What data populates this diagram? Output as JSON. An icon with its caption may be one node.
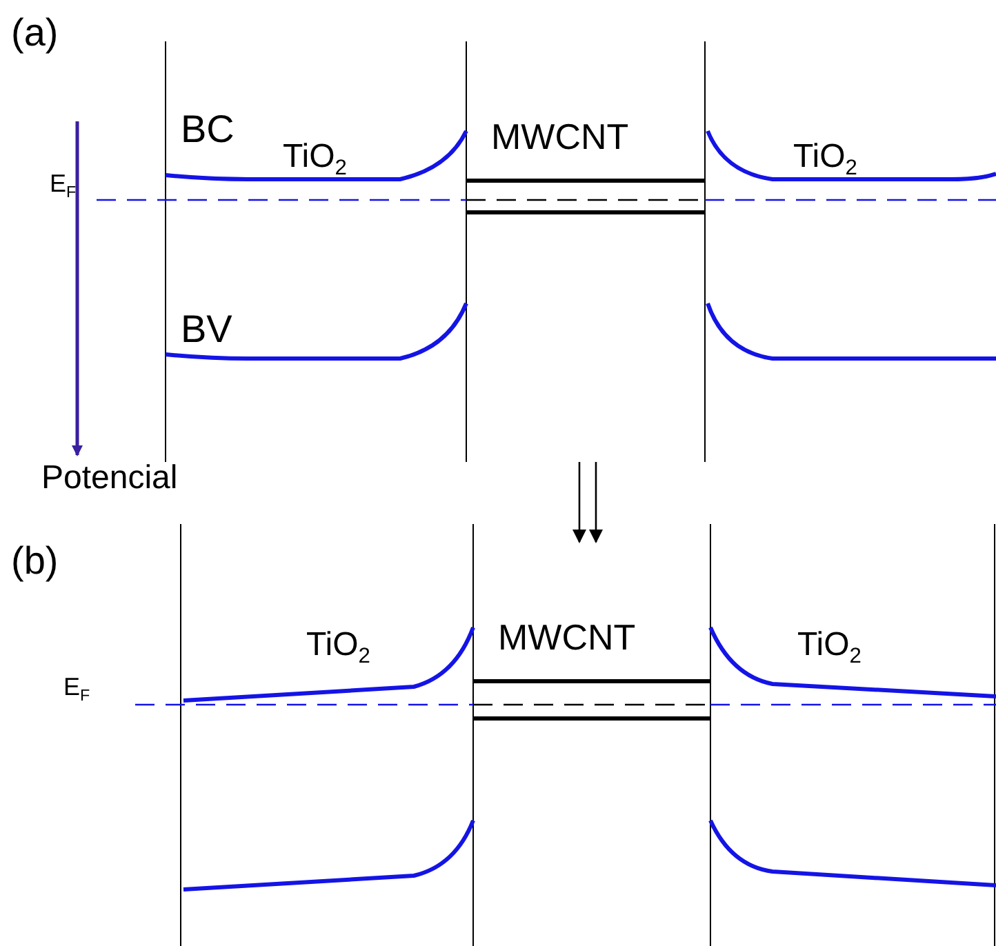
{
  "diagram": {
    "labels": [
      "(a)",
      "BC",
      "TiO$_{2}$",
      "MWCNT",
      "TiO$_{2}$",
      "E$_{F}$",
      "BV",
      "Potencial",
      "(b)",
      "TiO$_{2}$",
      "MWCNT",
      "TiO$_{2}$",
      "E$_{F}$"
    ]
  }
}
